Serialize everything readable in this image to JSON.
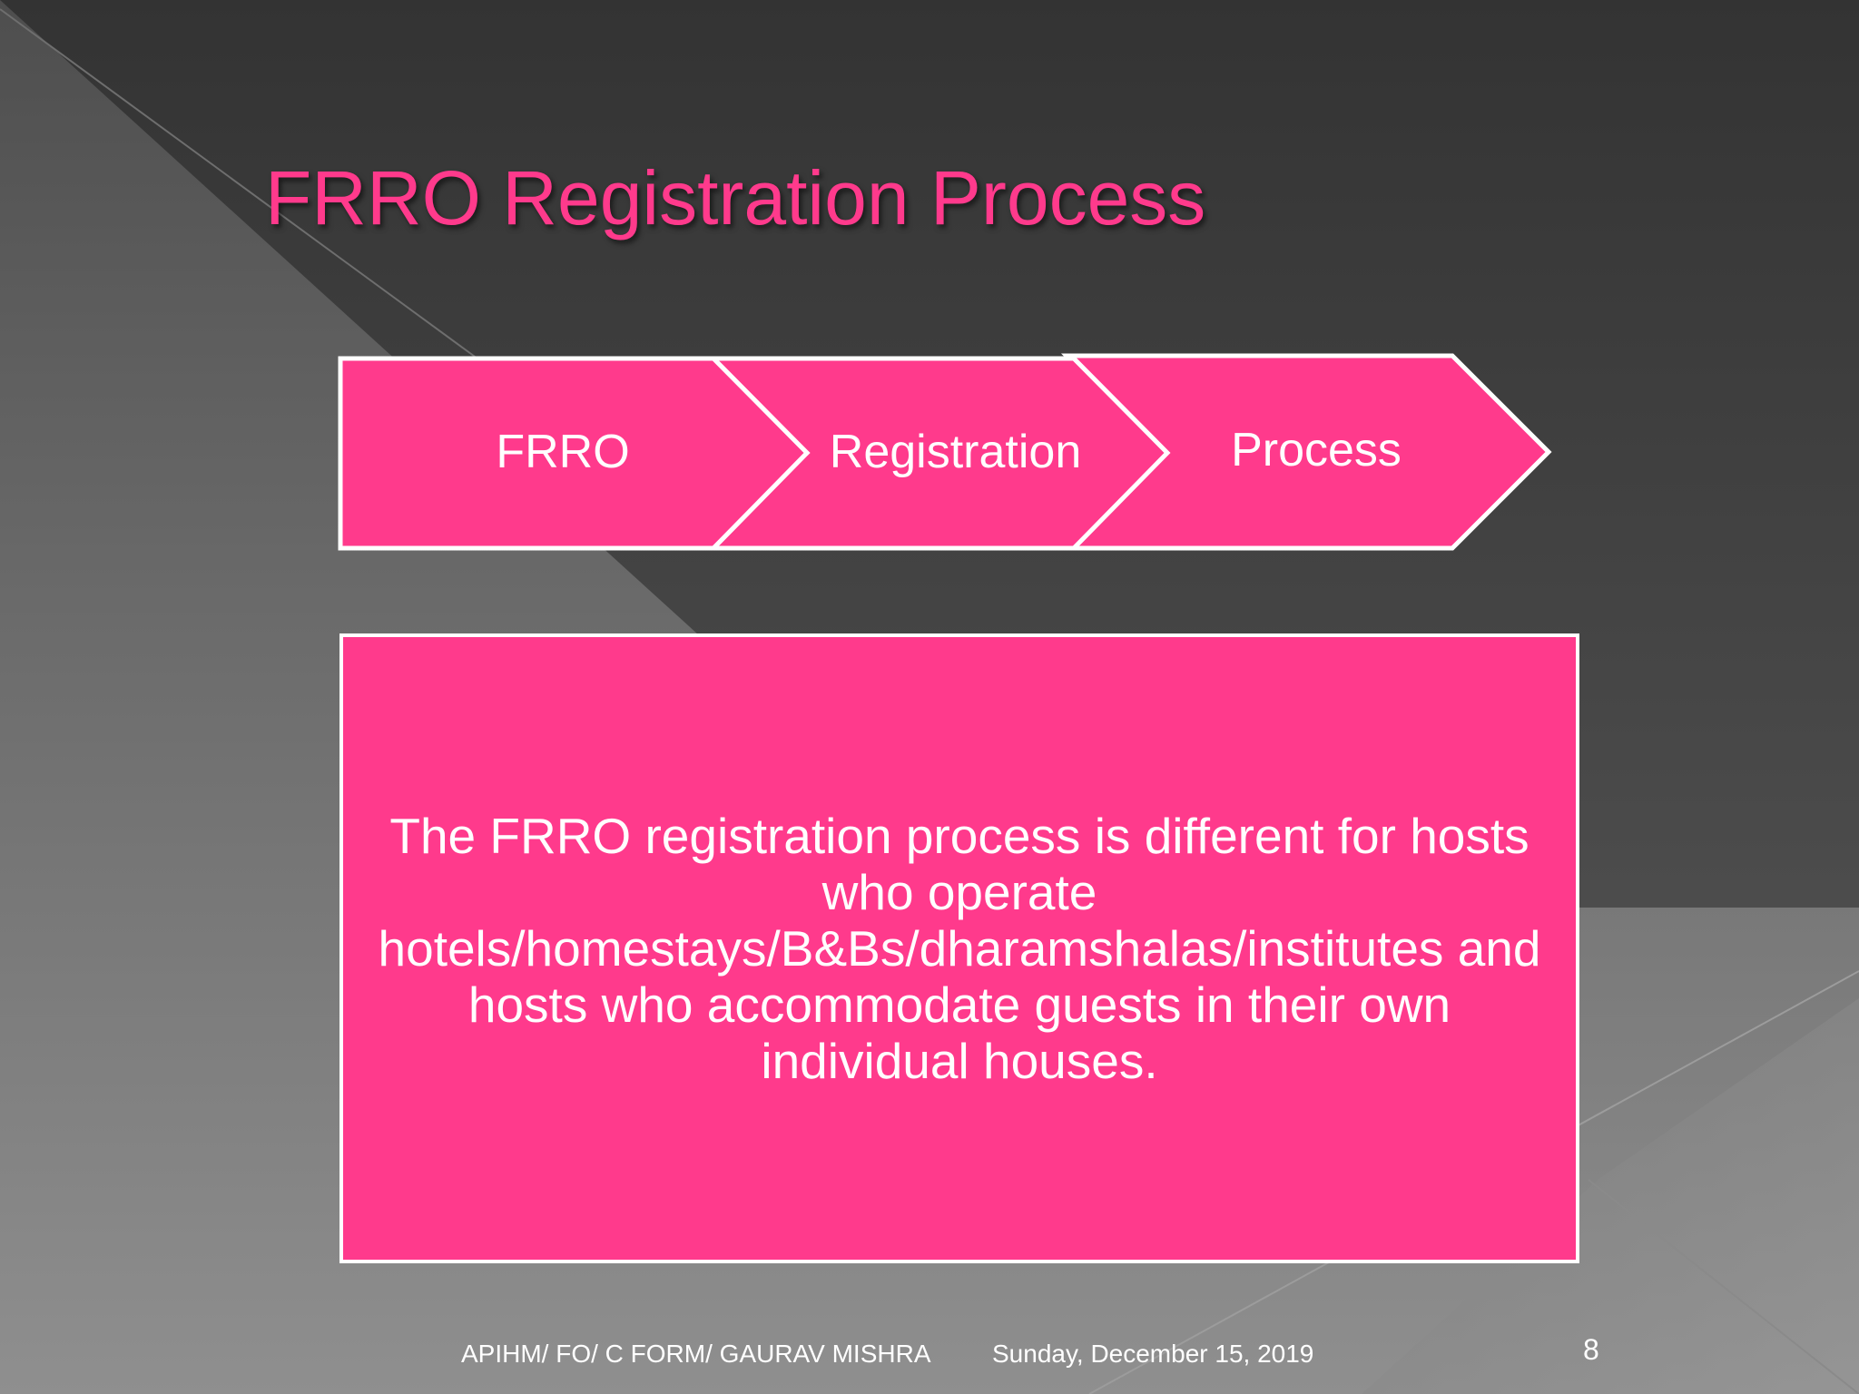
{
  "slide": {
    "title": "FRRO Registration Process",
    "chevrons": [
      {
        "label": "FRRO"
      },
      {
        "label": "Registration"
      },
      {
        "label": "Process"
      }
    ],
    "body_text": "The FRRO registration process is different for hosts who operate hotels/homestays/B&Bs/dharamshalas/institutes and hosts who accommodate guests in their own individual houses.",
    "footer": {
      "author": "APIHM/ FO/ C FORM/ GAURAV MISHRA",
      "date": "Sunday, December 15, 2019",
      "slide_number": "8"
    }
  },
  "colors": {
    "accent": "#ff3a8c",
    "text": "#ffffff",
    "background_dark": "#4a4a4a",
    "background_light": "#888888"
  }
}
